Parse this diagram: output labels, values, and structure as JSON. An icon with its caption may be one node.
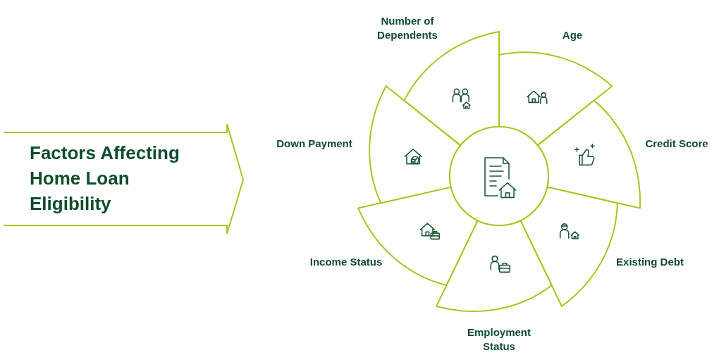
{
  "diagram": {
    "nodes": [
      {
        "text": [
          "Factors Affecting Home Loan Eligibility"
        ]
      },
      {
        "text": [],
        "shape": "circle"
      },
      {
        "text": [
          "Age"
        ]
      },
      {
        "text": [
          "Credit Score"
        ]
      },
      {
        "text": [
          "Existing Debt"
        ]
      },
      {
        "text": [
          "Employment Status"
        ]
      },
      {
        "text": [
          "Income Status"
        ]
      },
      {
        "text": [
          "Down Payment"
        ]
      },
      {
        "text": [
          "Number of Dependents"
        ]
      }
    ],
    "edges": []
  }
}
